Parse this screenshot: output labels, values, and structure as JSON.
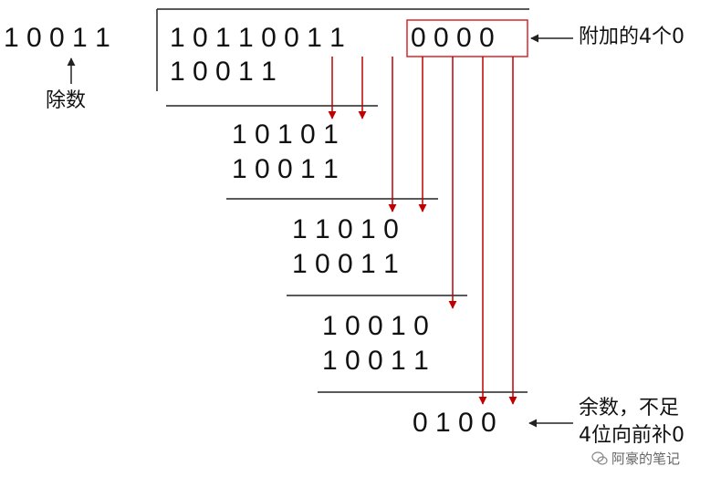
{
  "divisor": "1 0 0 1 1",
  "divisor_label": "除数",
  "dividend_main": "1 0 1 1 0 0 1 1",
  "dividend_appended": "0 0 0 0",
  "appended_label": "附加的4个0",
  "steps": [
    {
      "sub": "1 0 0 1 1"
    },
    {
      "partial": "1 0 1 0 1",
      "sub": "1 0 0 1 1"
    },
    {
      "partial": "1 1 0 1 0",
      "sub": "1 0 0 1 1"
    },
    {
      "partial": "1 0 0 1 0",
      "sub": "1 0 0 1 1"
    }
  ],
  "remainder": "0 1 0 0",
  "remainder_label_line1": "余数，不足",
  "remainder_label_line2": "4位向前补0",
  "watermark": "阿豪的笔记",
  "colors": {
    "text": "#111111",
    "arrow_red": "#c00000",
    "box_red": "#d9262a",
    "line": "#222222"
  }
}
